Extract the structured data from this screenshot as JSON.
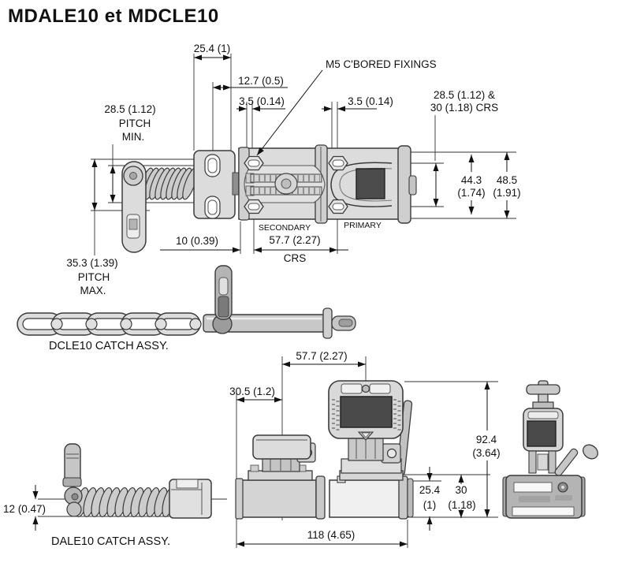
{
  "title": "MDALE10 et MDCLE10",
  "top_view": {
    "dims": {
      "bracket_width": "25.4 (1)",
      "slot_offset": "12.7 (0.5)",
      "fixing_slot_left": "3.5 (0.14)",
      "fixing_slot_right": "3.5 (0.14)",
      "fixings_note": "M5 C'BORED FIXINGS",
      "vertical_crs_line1": "28.5 (1.12) &",
      "vertical_crs_line2": "30 (1.18) CRS",
      "pitch_min_value": "28.5 (1.12)",
      "pitch_min_word1": "PITCH",
      "pitch_min_word2": "MIN.",
      "pitch_max_value": "35.3 (1.39)",
      "pitch_max_word1": "PITCH",
      "pitch_max_word2": "MAX.",
      "gap": "10 (0.39)",
      "crs_value": "57.7 (2.27)",
      "crs_word": "CRS",
      "height_inner_value": "44.3",
      "height_inner_inches": "(1.74)",
      "height_outer_value": "48.5",
      "height_outer_inches": "(1.91)"
    },
    "labels": {
      "secondary": "SECONDARY",
      "primary": "PRIMARY"
    }
  },
  "dcle10": {
    "caption": "DCLE10 CATCH ASSY."
  },
  "front_view": {
    "dims": {
      "crs": "57.7 (2.27)",
      "offset": "30.5 (1.2)",
      "height_value": "92.4",
      "height_inches": "(3.64)",
      "body_height_value": "25.4",
      "body_height_inches": "(1)",
      "flange_height_value": "30",
      "flange_height_inches": "(1.18)",
      "length": "118 (4.65)"
    }
  },
  "dale10": {
    "caption": "DALE10 CATCH ASSY.",
    "dim_height": "12 (0.47)"
  }
}
